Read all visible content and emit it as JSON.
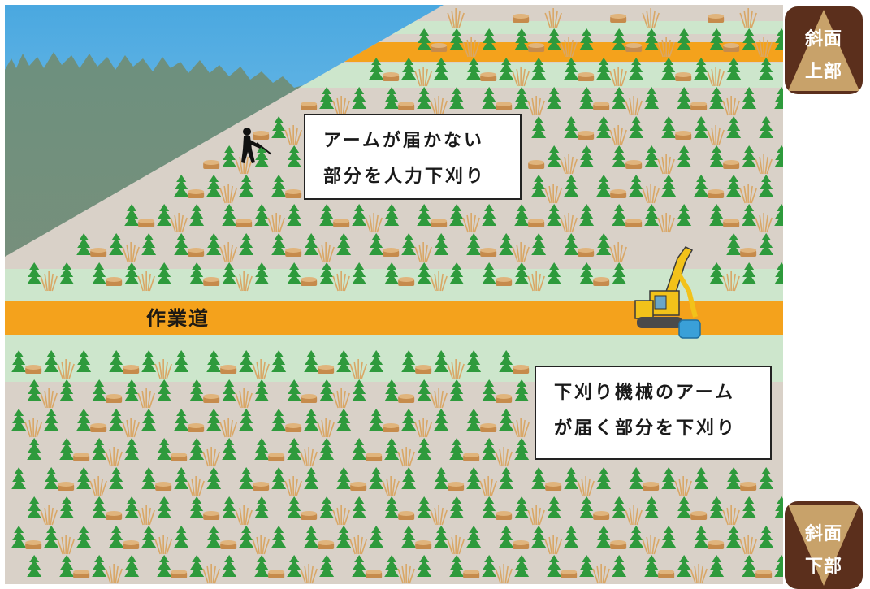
{
  "callout_top": {
    "line1": "アームが届かない",
    "line2": "部分を人力下刈り"
  },
  "callout_bottom": {
    "line1": "下刈り機械のアーム",
    "line2": "が届く部分を下刈り"
  },
  "road_label": "作業道",
  "badge_upper": {
    "line1": "斜面",
    "line2": "上部"
  },
  "badge_lower": {
    "line1": "斜面",
    "line2": "下部"
  },
  "colors": {
    "sky": "#7fc3e8",
    "forest": "#6a8a78",
    "ground": "#d9d1c8",
    "grass_band": "#cde6cc",
    "road": "#f4a21c",
    "seedling": "#2e9a3c",
    "weeds": "#d9a766",
    "stump": "#c68b4c",
    "badge": "#5b2f1c",
    "machine": "#f2c21a",
    "mulcher": "#3aa0d8"
  }
}
